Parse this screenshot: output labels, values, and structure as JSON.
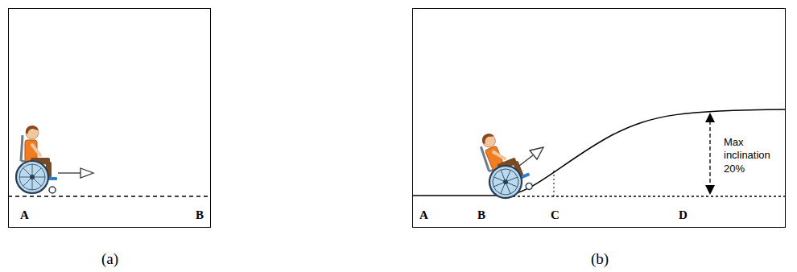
{
  "diagram": {
    "nodes": [
      {
        "text": [
          "A",
          "B",
          "(a)"
        ]
      },
      {
        "text": [
          "A",
          "B",
          "C",
          "D",
          "Max inclination 20%",
          "(b)"
        ]
      }
    ]
  }
}
